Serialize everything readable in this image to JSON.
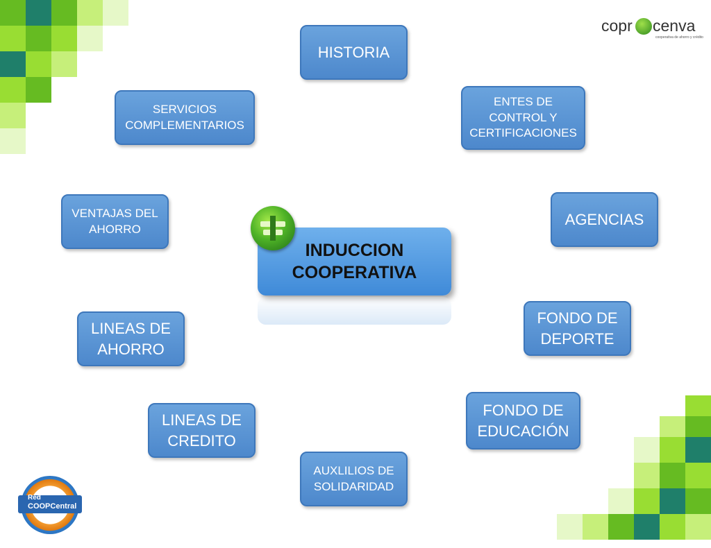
{
  "logo": {
    "brand_left": "copr",
    "brand_right": "cenva",
    "tagline": "cooperativa de ahorro y crédito"
  },
  "network_logo": {
    "line1": "Red",
    "line2": "COOPCentral"
  },
  "center": {
    "label": "INDUCCION\nCOOPERATIVA"
  },
  "nodes": {
    "historia": "HISTORIA",
    "servicios": "SERVICIOS\nCOMPLEMENTARIOS",
    "entes": "ENTES DE\nCONTROL Y\nCERTIFICACIONES",
    "ventajas": "VENTAJAS DEL\nAHORRO",
    "agencias": "AGENCIAS",
    "lineas_ahorro": "LINEAS DE\nAHORRO",
    "fondo_deporte": "FONDO DE\nDEPORTE",
    "lineas_credito": "LINEAS DE\nCREDITO",
    "fondo_educacion": "FONDO DE\nEDUCACIÓN",
    "auxilios": "AUXLILIOS DE\nSOLIDARIDAD"
  },
  "colors": {
    "node_fill": "#5b96d6",
    "node_border": "#3d77bb",
    "mosaic_greens": [
      "#66bb22",
      "#99dd33",
      "#c6ef7a",
      "#e6f8c8",
      "#1f7f6a"
    ]
  }
}
